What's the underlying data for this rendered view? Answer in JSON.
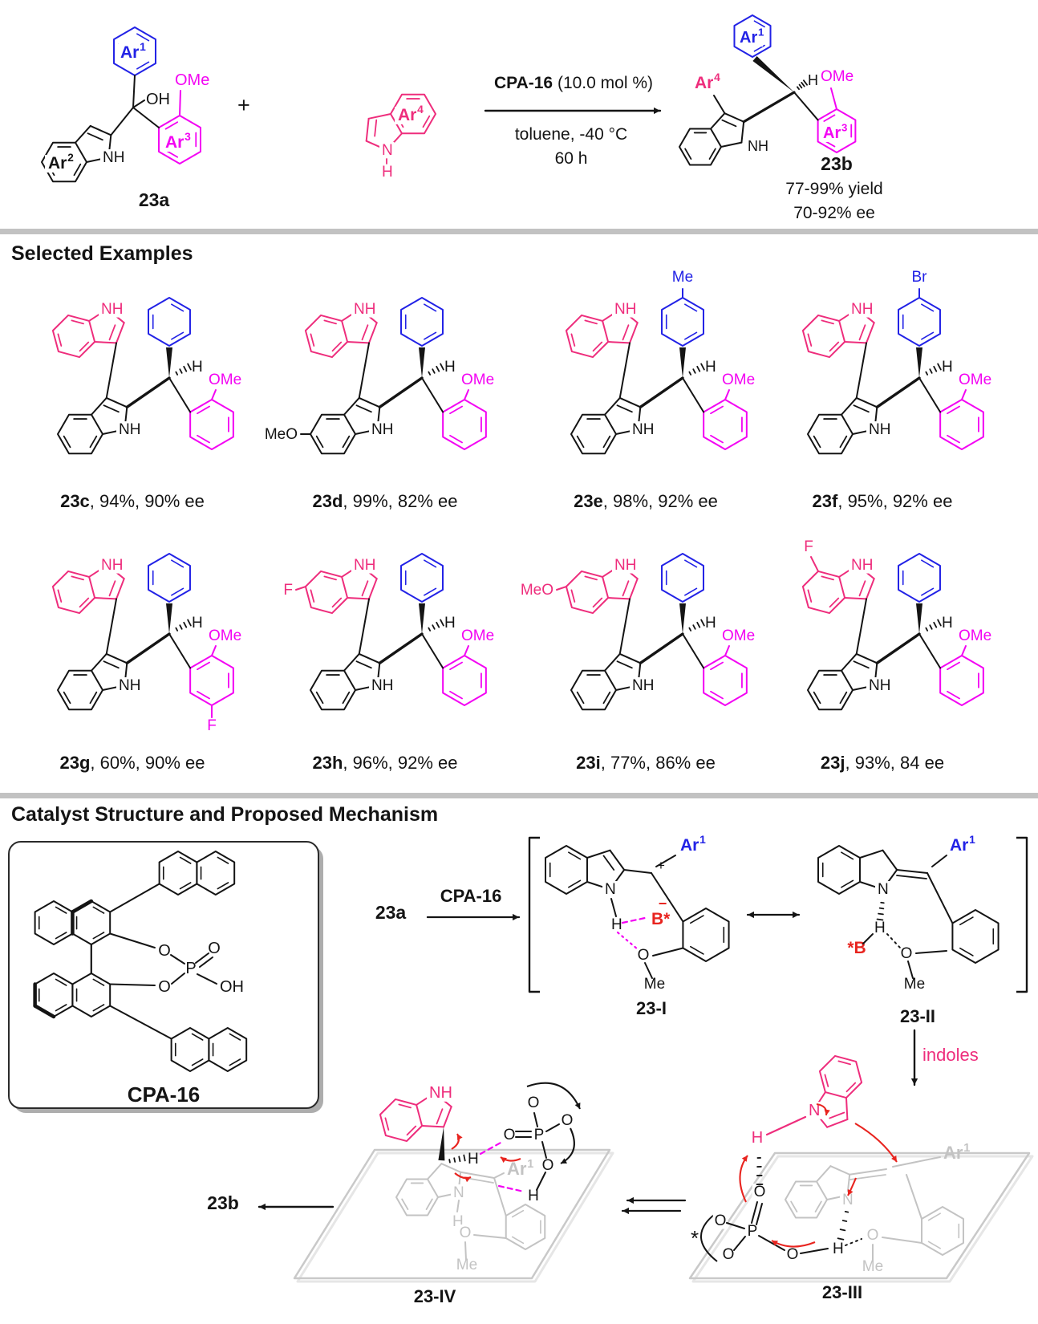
{
  "sections": {
    "examples_title": "Selected Examples",
    "mechanism_title": "Catalyst Structure and Proposed Mechanism"
  },
  "scheme": {
    "reactant_label": "23a",
    "plus": "+",
    "cond1_bold": "CPA-16",
    "cond1_rest": " (10.0 mol %)",
    "cond2": "toluene, -40 °C",
    "cond3": "60 h",
    "product_label": "23b",
    "yield_line": "77-99% yield",
    "ee_line": "70-92% ee"
  },
  "atoms": {
    "nh": "NH",
    "n": "N",
    "h": "H",
    "oh": "OH",
    "ome": "OMe",
    "meo": "MeO",
    "me": "Me",
    "o": "O",
    "p": "P",
    "plus": "+",
    "minus": "−",
    "b_star": "B*",
    "star_b": "*B",
    "star": "*"
  },
  "ar_labels": {
    "ar1": {
      "base": "Ar",
      "sup": "1"
    },
    "ar2": {
      "base": "Ar",
      "sup": "2"
    },
    "ar3": {
      "base": "Ar",
      "sup": "3"
    },
    "ar4": {
      "base": "Ar",
      "sup": "4"
    }
  },
  "examples": [
    {
      "id": "23c",
      "result": ", 94%, 90% ee",
      "sub": null
    },
    {
      "id": "23d",
      "result": ", 99%, 82% ee",
      "sub": {
        "text": "MeO",
        "color": "black",
        "pos": "black-left"
      }
    },
    {
      "id": "23e",
      "result": ", 98%, 92% ee",
      "sub": {
        "text": "Me",
        "color": "blue",
        "pos": "blue-top"
      }
    },
    {
      "id": "23f",
      "result": ", 95%, 92% ee",
      "sub": {
        "text": "Br",
        "color": "blue",
        "pos": "blue-top"
      }
    },
    {
      "id": "23g",
      "result": ", 60%, 90% ee",
      "sub": {
        "text": "F",
        "color": "magenta",
        "pos": "magenta-bottom"
      }
    },
    {
      "id": "23h",
      "result": ", 96%, 92% ee",
      "sub": {
        "text": "F",
        "color": "pink",
        "pos": "pink-left"
      }
    },
    {
      "id": "23i",
      "result": ", 77%, 86% ee",
      "sub": {
        "text": "MeO",
        "color": "pink",
        "pos": "pink-left"
      }
    },
    {
      "id": "23j",
      "result": ", 93%, 84 ee",
      "sub": {
        "text": "F",
        "color": "pink",
        "pos": "pink-top"
      }
    }
  ],
  "catalyst": {
    "name": "CPA-16"
  },
  "mechanism": {
    "start_label": "23a",
    "catalyst_label": "CPA-16",
    "int1": "23-I",
    "int2": "23-II",
    "int3": "23-III",
    "int4": "23-IV",
    "indoles_label": "indoles",
    "product_label": "23b"
  },
  "colors": {
    "blue": "#2222e6",
    "pink": "#ee2d7c",
    "magenta": "#f303f3",
    "red": "#e8241f",
    "black": "#141414",
    "ghost": "#c3c3c3",
    "plane": "#c9c9c9",
    "divider": "#c2c2c2"
  }
}
